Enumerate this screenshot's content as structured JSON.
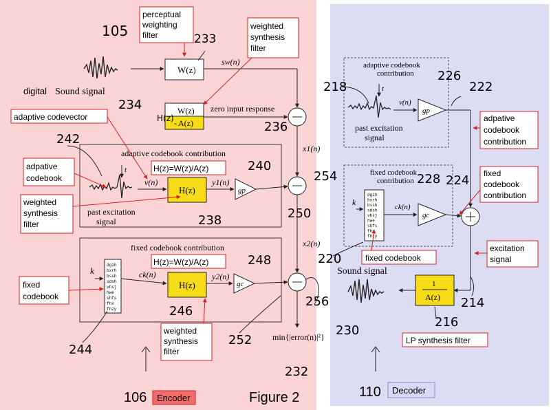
{
  "colors": {
    "encoder_bg": "#fbd5d5",
    "decoder_bg": "#dcdcf3",
    "callout_border": "#d62020",
    "highlight": "#f5dc16",
    "encoder_tag_fill": "#f06b6b",
    "decoder_tag_fill": "#d9d9f7",
    "ink": "#222222"
  },
  "figure_label": "Figure 2",
  "encoder": {
    "ref": "106",
    "tag": "Encoder",
    "input_ref": "105",
    "input_label_1": "digital",
    "input_label_2": "Sound signal",
    "wz_block": "W(z)",
    "wz_ref": "233",
    "sw_label": "sw(n)",
    "zir_block_1": "W(z)",
    "zir_block_2": "A(z)",
    "zir_ref": "234",
    "zir_prefix": "H(z)",
    "zir_label": "zero input response",
    "sum1_ref": "236",
    "x1_label": "x1(n)",
    "adaptive_box_label": "adaptive codebook contribution",
    "adaptive_box_ref": "242",
    "past_exc_1": "past excitation",
    "past_exc_2": "signal",
    "t_label": "t",
    "vn_label": "v(n)",
    "hz1_block": "H(z)",
    "hz1_ref": "238",
    "y1_label": "y1(n)",
    "gp_label": "gp",
    "gp_ref": "240",
    "sum2_ref": "254",
    "sum2_ref_b": "250",
    "x2_label": "x2(n)",
    "fixed_box_label": "fixed codebook contribution",
    "k_label": "k",
    "ck_label": "ck(n)",
    "hz2_block": "H(z)",
    "hz2_ref": "246",
    "y2_label": "y2(n)",
    "gc_label": "gc",
    "gc_ref": "248",
    "sum3_ref": "256",
    "fixed_cb_ref": "244",
    "min_label": "min{|error(n)|²}",
    "min_ref": "232",
    "err_ref": "252",
    "codebook_entries": [
      "dgih",
      "bxrh",
      "bssh",
      "sdsh",
      "vhsj",
      "hwe",
      "shfs",
      "fhx",
      "fhzy"
    ]
  },
  "decoder": {
    "ref": "110",
    "tag": "Decoder",
    "adaptive_box_label_1": "adaptive codebook",
    "adaptive_box_label_2": "contribution",
    "adaptive_ref": "218",
    "past_exc_1": "past excitation",
    "past_exc_2": "signal",
    "t_label": "t",
    "vn_label": "v(n)",
    "gp_label": "gp",
    "gp_ref": "226",
    "box_ref": "222",
    "fixed_box_label_1": "fixed codebook",
    "fixed_box_label_2": "contribution",
    "k_label": "k",
    "ck_label": "ck(n)",
    "gc_label": "gc",
    "gc_ref": "228",
    "sum_ref": "224",
    "fixed_cb_ref": "220",
    "sound_label": "Sound signal",
    "lp_top": "1",
    "lp_bottom": "A(z)",
    "lp_ref": "214",
    "lp_ref2": "216",
    "out_ref": "230",
    "codebook_entries": [
      "dgih",
      "bxrh",
      "bssh",
      "sdsh",
      "vhsj",
      "hwe",
      "shfs",
      "fhx",
      "fhzy"
    ]
  },
  "callouts": {
    "perceptual": "perceptual\nweighting\nfilter",
    "weighted_syn_top": "weighted\nsynthesis\nfilter",
    "adaptive_codevector": "adaptive codevector",
    "adaptive_codebook": "adpative\ncodebook",
    "weighted_syn_left": "weighted\nsynthesis\nfilter",
    "hz_eq_1": "H(z)=W(z)/A(z)",
    "hz_eq_2": "H(z)=W(z)/A(z)",
    "fixed_codebook_left": "fixed\ncodebook",
    "weighted_syn_bottom": "weighted\nsynthesis\nfilter",
    "dec_adaptive": "adpative\ncodebook\ncontribution",
    "dec_fixed": "fixed\ncodebook\ncontribution",
    "dec_fixed_cb": "fixed codebook",
    "dec_excitation": "excitation\nsignal",
    "dec_lp": "LP synthesis filter"
  }
}
